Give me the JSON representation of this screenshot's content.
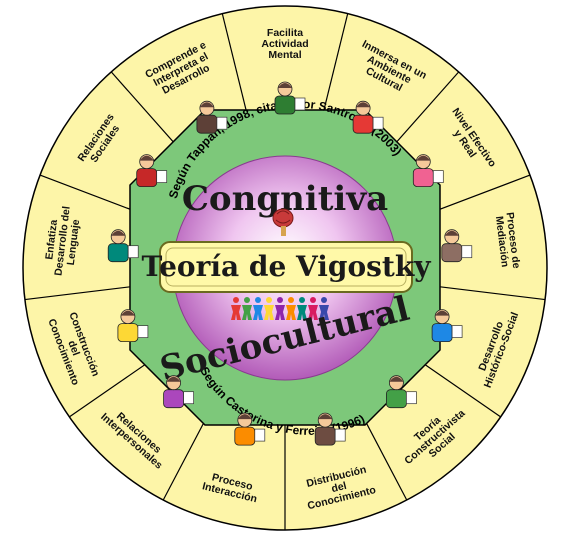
{
  "colors": {
    "outer_ring": "#fdf5a8",
    "octagon_green": "#7dc87a",
    "inner_circle": "#d58ad6",
    "title_box": "#fff9a8",
    "divider": "#000000"
  },
  "center": {
    "title": "Teoría de Vigostky",
    "word_top": "Congnitiva",
    "word_bottom": "Sociocultural",
    "arc_top": "Según Tappan, 1998, citado por Santrock, (2003)",
    "arc_bottom": "Según Castorina y Ferreira (1996)"
  },
  "segments": [
    {
      "label": "Facilita Actividad Mental",
      "icon": "teacher-at-chalkboard-icon"
    },
    {
      "label": "Inmersa en un Ambiente Cultural",
      "icon": "children-group-icon"
    },
    {
      "label": "Nivel Efectivo y Real",
      "icon": "stretching-figure-icon"
    },
    {
      "label": "Proceso de Mediación",
      "icon": "teacher-with-board-icon"
    },
    {
      "label": "Desarrollo Histórico-Social",
      "icon": "reader-with-paper-icon"
    },
    {
      "label": "Teoría Constructivista Social",
      "icon": "stack-of-books-icon"
    },
    {
      "label": "Distribución del Conocimiento",
      "icon": "juggler-icon"
    },
    {
      "label": "Proceso Interacción",
      "icon": "two-faces-talking-icon"
    },
    {
      "label": "Relaciones Interpersonales",
      "icon": "people-talking-icon"
    },
    {
      "label": "Construcción del Conocimiento",
      "icon": "building-figure-icon"
    },
    {
      "label": "Enfatiza Desarrollo del Lenguaje",
      "icon": "baby-reading-icon"
    },
    {
      "label": "Relaciones Sociales",
      "icon": "family-group-icon"
    },
    {
      "label": "Comprende e Interpreta el Desarrollo",
      "icon": "thinking-person-icon"
    }
  ]
}
